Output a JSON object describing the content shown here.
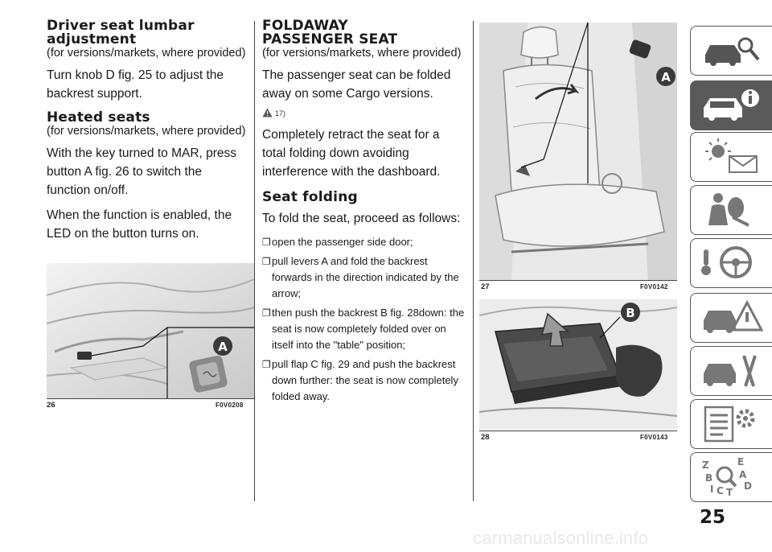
{
  "left_column": {
    "lumbar_heading_1": "Driver seat lumbar",
    "lumbar_heading_2": "adjustment",
    "lumbar_note": "(for versions/markets, where provided)",
    "lumbar_text": "Turn knob D fig. 25 to adjust the backrest support.",
    "heated_heading": "Heated seats",
    "heated_note": "(for versions/markets, where provided)",
    "heated_text_1": "With the key turned to MAR, press button A fig. 26 to switch the function on/off.",
    "heated_text_2": "When the function is enabled, the LED on the button turns on."
  },
  "right_column": {
    "fold_heading_1": "FOLDAWAY",
    "fold_heading_2": "PASSENGER SEAT",
    "fold_note": "(for versions/markets, where provided)",
    "fold_text": "The passenger seat can be folded away on some Cargo versions.",
    "warning_ref": "17)",
    "retract_text": "Completely retract the seat for a total folding down avoiding interference with the dashboard.",
    "seat_folding_heading": "Seat folding",
    "seat_folding_intro": "To fold the seat, proceed as follows:",
    "steps": [
      "open the passenger side door;",
      "pull levers A and fold the backrest forwards in the direction indicated by the arrow;",
      "then push the backrest B fig. 28down: the seat is now completely folded over on itself into the \"table\" position;",
      "pull flap C fig. 29 and push the backrest down further: the seat is now completely folded away."
    ],
    "bullet_glyph": "❐"
  },
  "figures": {
    "fig26": {
      "number": "26",
      "code": "F0V0208",
      "callout": "A"
    },
    "fig27": {
      "number": "27",
      "code": "F0V0142",
      "callout": "A"
    },
    "fig28": {
      "number": "28",
      "code": "F0V0143",
      "callout": "B"
    }
  },
  "side_tabs": [
    {
      "icon": "car-search-icon",
      "active": false
    },
    {
      "icon": "car-info-icon",
      "active": true
    },
    {
      "icon": "warning-light-message-icon",
      "active": false
    },
    {
      "icon": "airbag-person-icon",
      "active": false
    },
    {
      "icon": "steering-wheel-key-icon",
      "active": false
    },
    {
      "icon": "car-emergency-icon",
      "active": false
    },
    {
      "icon": "car-service-tools-icon",
      "active": false
    },
    {
      "icon": "specifications-gear-icon",
      "active": false
    },
    {
      "icon": "index-search-icon",
      "active": false
    }
  ],
  "tab_letters": {
    "z": "Z",
    "e": "E",
    "a": "A",
    "b": "B",
    "d": "D",
    "i": "I",
    "c": "C",
    "t": "T"
  },
  "page_number": "25",
  "watermark": "carmanualsonline.info",
  "colors": {
    "text": "#1a1a1a",
    "active_tab": "#5a5a5a",
    "figure_line": "#444444"
  }
}
